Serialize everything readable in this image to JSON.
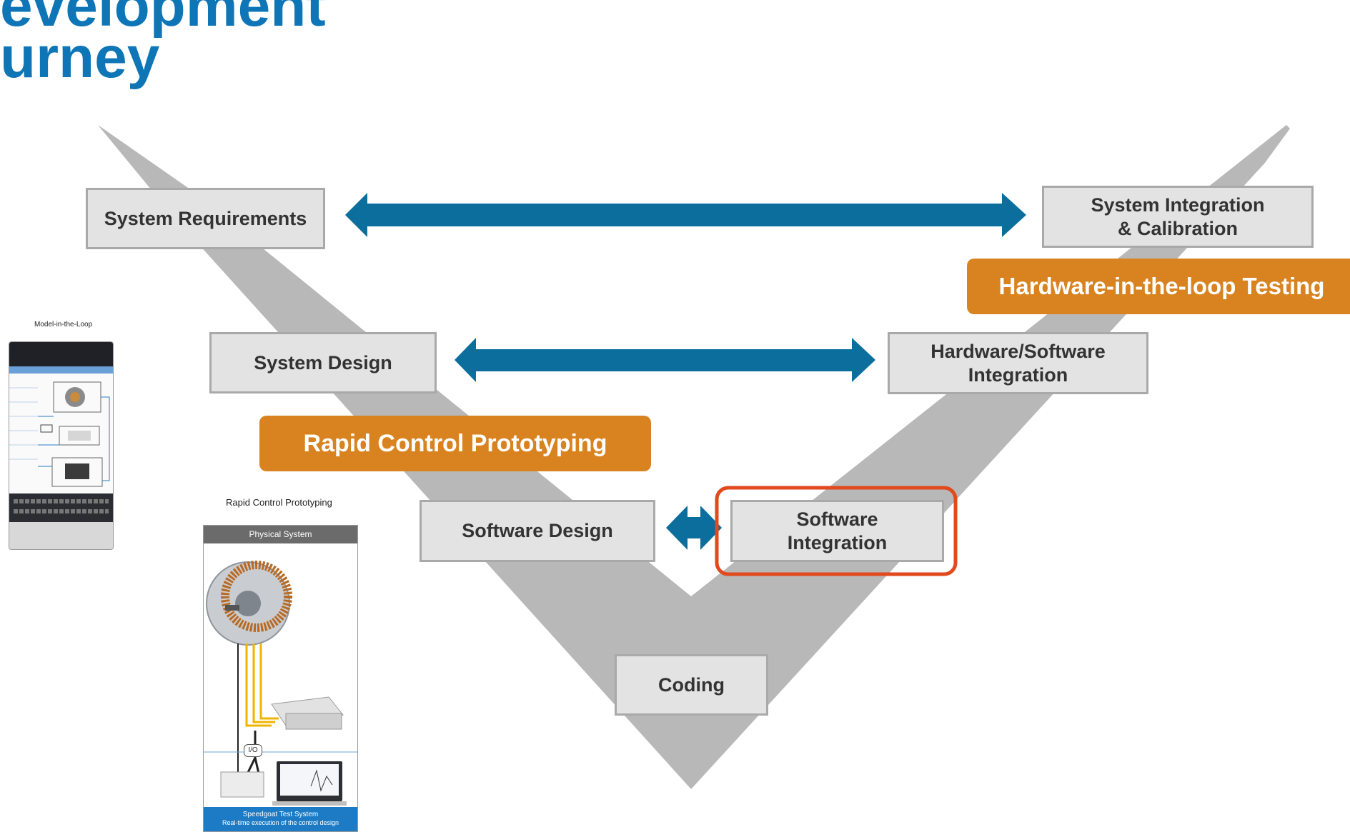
{
  "title": {
    "line1": "evelopment",
    "line2": "urney"
  },
  "colors": {
    "title": "#0e75b6",
    "arrow": "#0b6e9c",
    "v_shape": "#b8b8b8",
    "orange": "#d98320",
    "highlight": "#e04a1c"
  },
  "v_model": {
    "boxes": {
      "system_requirements": "System Requirements",
      "system_design": "System Design",
      "software_design": "Software Design",
      "coding": "Coding",
      "software_integration_l1": "Software",
      "software_integration_l2": "Integration",
      "hw_sw_integration_l1": "Hardware/Software",
      "hw_sw_integration_l2": "Integration",
      "system_integration_l1": "System Integration",
      "system_integration_l2": "& Calibration"
    },
    "badges": {
      "rcp": "Rapid Control Prototyping",
      "hil": "Hardware-in-the-loop Testing"
    }
  },
  "mil_panel": {
    "caption": "Model-in-the-Loop"
  },
  "rcp_panel": {
    "caption": "Rapid Control Prototyping",
    "header": "Physical System",
    "io_label": "I/O",
    "footer_l1": "Speedgoat Test System",
    "footer_l2": "Real-time execution of the control design"
  }
}
